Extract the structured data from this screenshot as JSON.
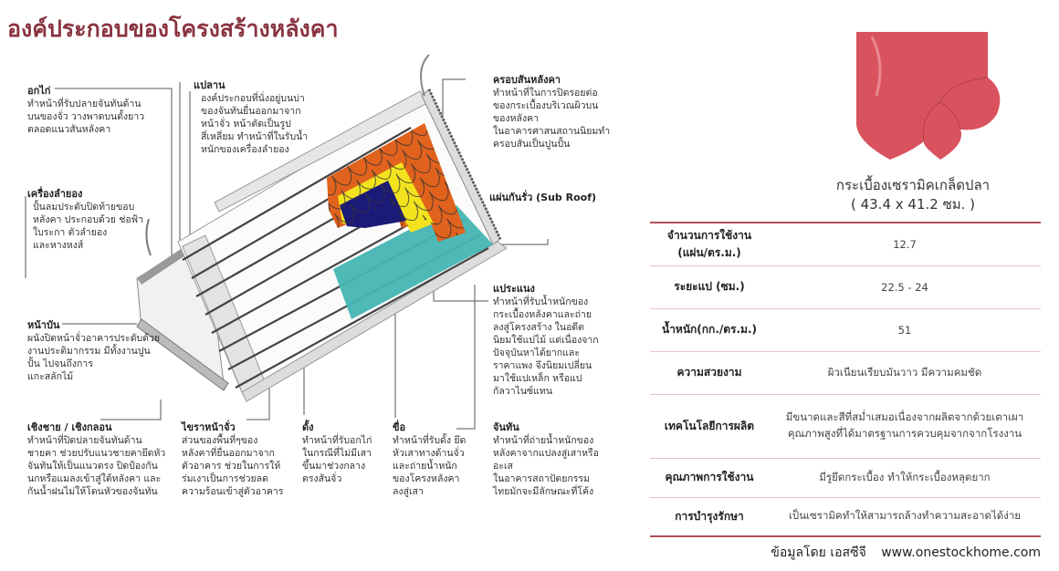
{
  "title": "องค์ประกอบของโครงสร้างหลังคา",
  "labels": {
    "ok_kai": {
      "head": "อกไก่",
      "body": "ทำหน้าที่รับปลายจันทันด้าน\nบนของจั่ว วางพาดบนดั้งยาว\nตลอดแนวสันหลังคา"
    },
    "khrueang_lai_ong": {
      "head": "เครื่องลำยอง",
      "body": "ปั้นลมประดับปิดท้ายขอบ\nหลังคา ประกอบด้วย ช่อฟ้า\nใบระกา ตัวลำยอง\nและหางหงส์"
    },
    "pae_lan": {
      "head": "แปลาน",
      "body": "องค์ประกอบที่นั่งอยู่บนบ่า\nของจันทันยื่นออกมาจาก\nหน้าจั่ว หน้าตัดเป็นรูป\nสี่เหลี่ยม ทำหน้าที่ในรับน้ำ\nหนักของเครื่องลำยอง"
    },
    "khrob_san": {
      "head": "ครอบสันหลังคา",
      "body": "ทำหน้าที่ในการปิดรอยต่อ\nของกระเบื้องบริเวณผิวบน\nของหลังคา\nในอาคารศาสนสถานนิยมทำ\nครอบสันเป็นปูนปั้น"
    },
    "sub_roof": {
      "head": "แผ่นกันรั่ว (Sub Roof)",
      "body": ""
    },
    "na_ban": {
      "head": "หน้าบัน",
      "body": "ผนังปิดหน้าจั่วอาคารประดับด้วย\nงานประติมากรรม มีทั้งงานปูน\nปั้น ไปจนถึงการ\nแกะสลักไม้"
    },
    "pae_ra_naeng": {
      "head": "แประแนง",
      "body": "ทำหน้าที่รับน้ำหนักของ\nกระเบื้องหลังคาและถ่าย\nลงสู่โครงสร้าง ในอดีต\nนิยมใช้แปไม้ แต่เนื่องจาก\nปัจจุบันหาได้ยากและ\nราคาแพง จึงนิยมเปลี่ยน\nมาใช้แปเหล็ก หรือแป\nกัลวาไนซ์แทน"
    },
    "choeng_chai": {
      "head": "เชิงชาย / เชิงกลอน",
      "body": "ทำหน้าที่ปิดปลายจันทันด้าน\nชายคา ช่วยปรับแนวชายคายึดหัว\nจันทันให้เป็นแนวตรง ปิดป้องกัน\nนกหรือแมลงเข้าสู่ใต้หลังคา และ\nกันน้ำฝนไม่ให้โดนหัวของจันทัน"
    },
    "chai_ra_na_chua": {
      "head": "ไขราหน้าจั่ว",
      "body": "ส่วนของพื้นที่ๆของ\nหลังคาที่ยื่นออกมาจาก\nตัวอาคาร ช่วยในการให้\nร่มเงาเป็นการช่วยลด\nความร้อนเข้าสู่ตัวอาคาร"
    },
    "dang": {
      "head": "ดั้ง",
      "body": "ทำหน้าที่รับอกไก่\nในกรณีที่ไม่มีเสา\nขึ้นมาช่วงกลาง\nตรงสันจั่ว"
    },
    "khue": {
      "head": "ขื่อ",
      "body": "ทำหน้าที่รับดั้ง ยึด\nหัวเสาทางด้านจั่ว\nและถ่ายน้ำหนัก\nของโครงหลังคา\nลงสู่เสา"
    },
    "chan_than": {
      "head": "จันทัน",
      "body": "ทำหน้าที่ถ่ายน้ำหนักของ\nหลังคาจากแปลงสู่เสาหรือ\nอะเส\nในอาคารสถาปัตยกรรม\nไทยมักจะมีลักษณะที่โค้ง"
    }
  },
  "product": {
    "name": "กระเบื้องเซรามิคเกล็ดปลา",
    "size": "( 43.4 x 41.2 ซม. )",
    "tile_color": "#d9535e"
  },
  "specs": [
    {
      "key": "จำนวนการใช้งาน\n(แผ่น/ตร.ม.)",
      "value": "12.7"
    },
    {
      "key": "ระยะแป (ซม.)",
      "value": "22.5 - 24"
    },
    {
      "key": "น้ำหนัก(กก./ตร.ม.)",
      "value": "51"
    },
    {
      "key": "ความสวยงาม",
      "value": "ผิวเนียนเรียบมันวาว มีความคมชัด"
    },
    {
      "key": "เทคโนโลยีการผลิต",
      "value": "มีขนาดและสีที่สม่ำเสมอเนื่องจากผลิตจากด้วยเตาเผาคุณภาพสูงที่ได้มาตรฐานการควบคุมจากจากโรงงาน"
    },
    {
      "key": "คุณภาพการใช้งาน",
      "value": "มีรูยึดกระเบื้อง ทำให้กระเบื้องหลุดยาก"
    },
    {
      "key": "การบำรุงรักษา",
      "value": "เป็นเซรามิคทำให้สามารถล้างทำความสะอาดได้ง่าย"
    }
  ],
  "credit": {
    "by": "ข้อมูลโดย เอสซีจี",
    "url": "www.onestockhome.com"
  },
  "colors": {
    "title": "#8a3340",
    "orange": "#e0621c",
    "yellow": "#f2e31e",
    "navy": "#1b1a78",
    "teal": "#45b5b3",
    "rule": "#b0505a"
  }
}
